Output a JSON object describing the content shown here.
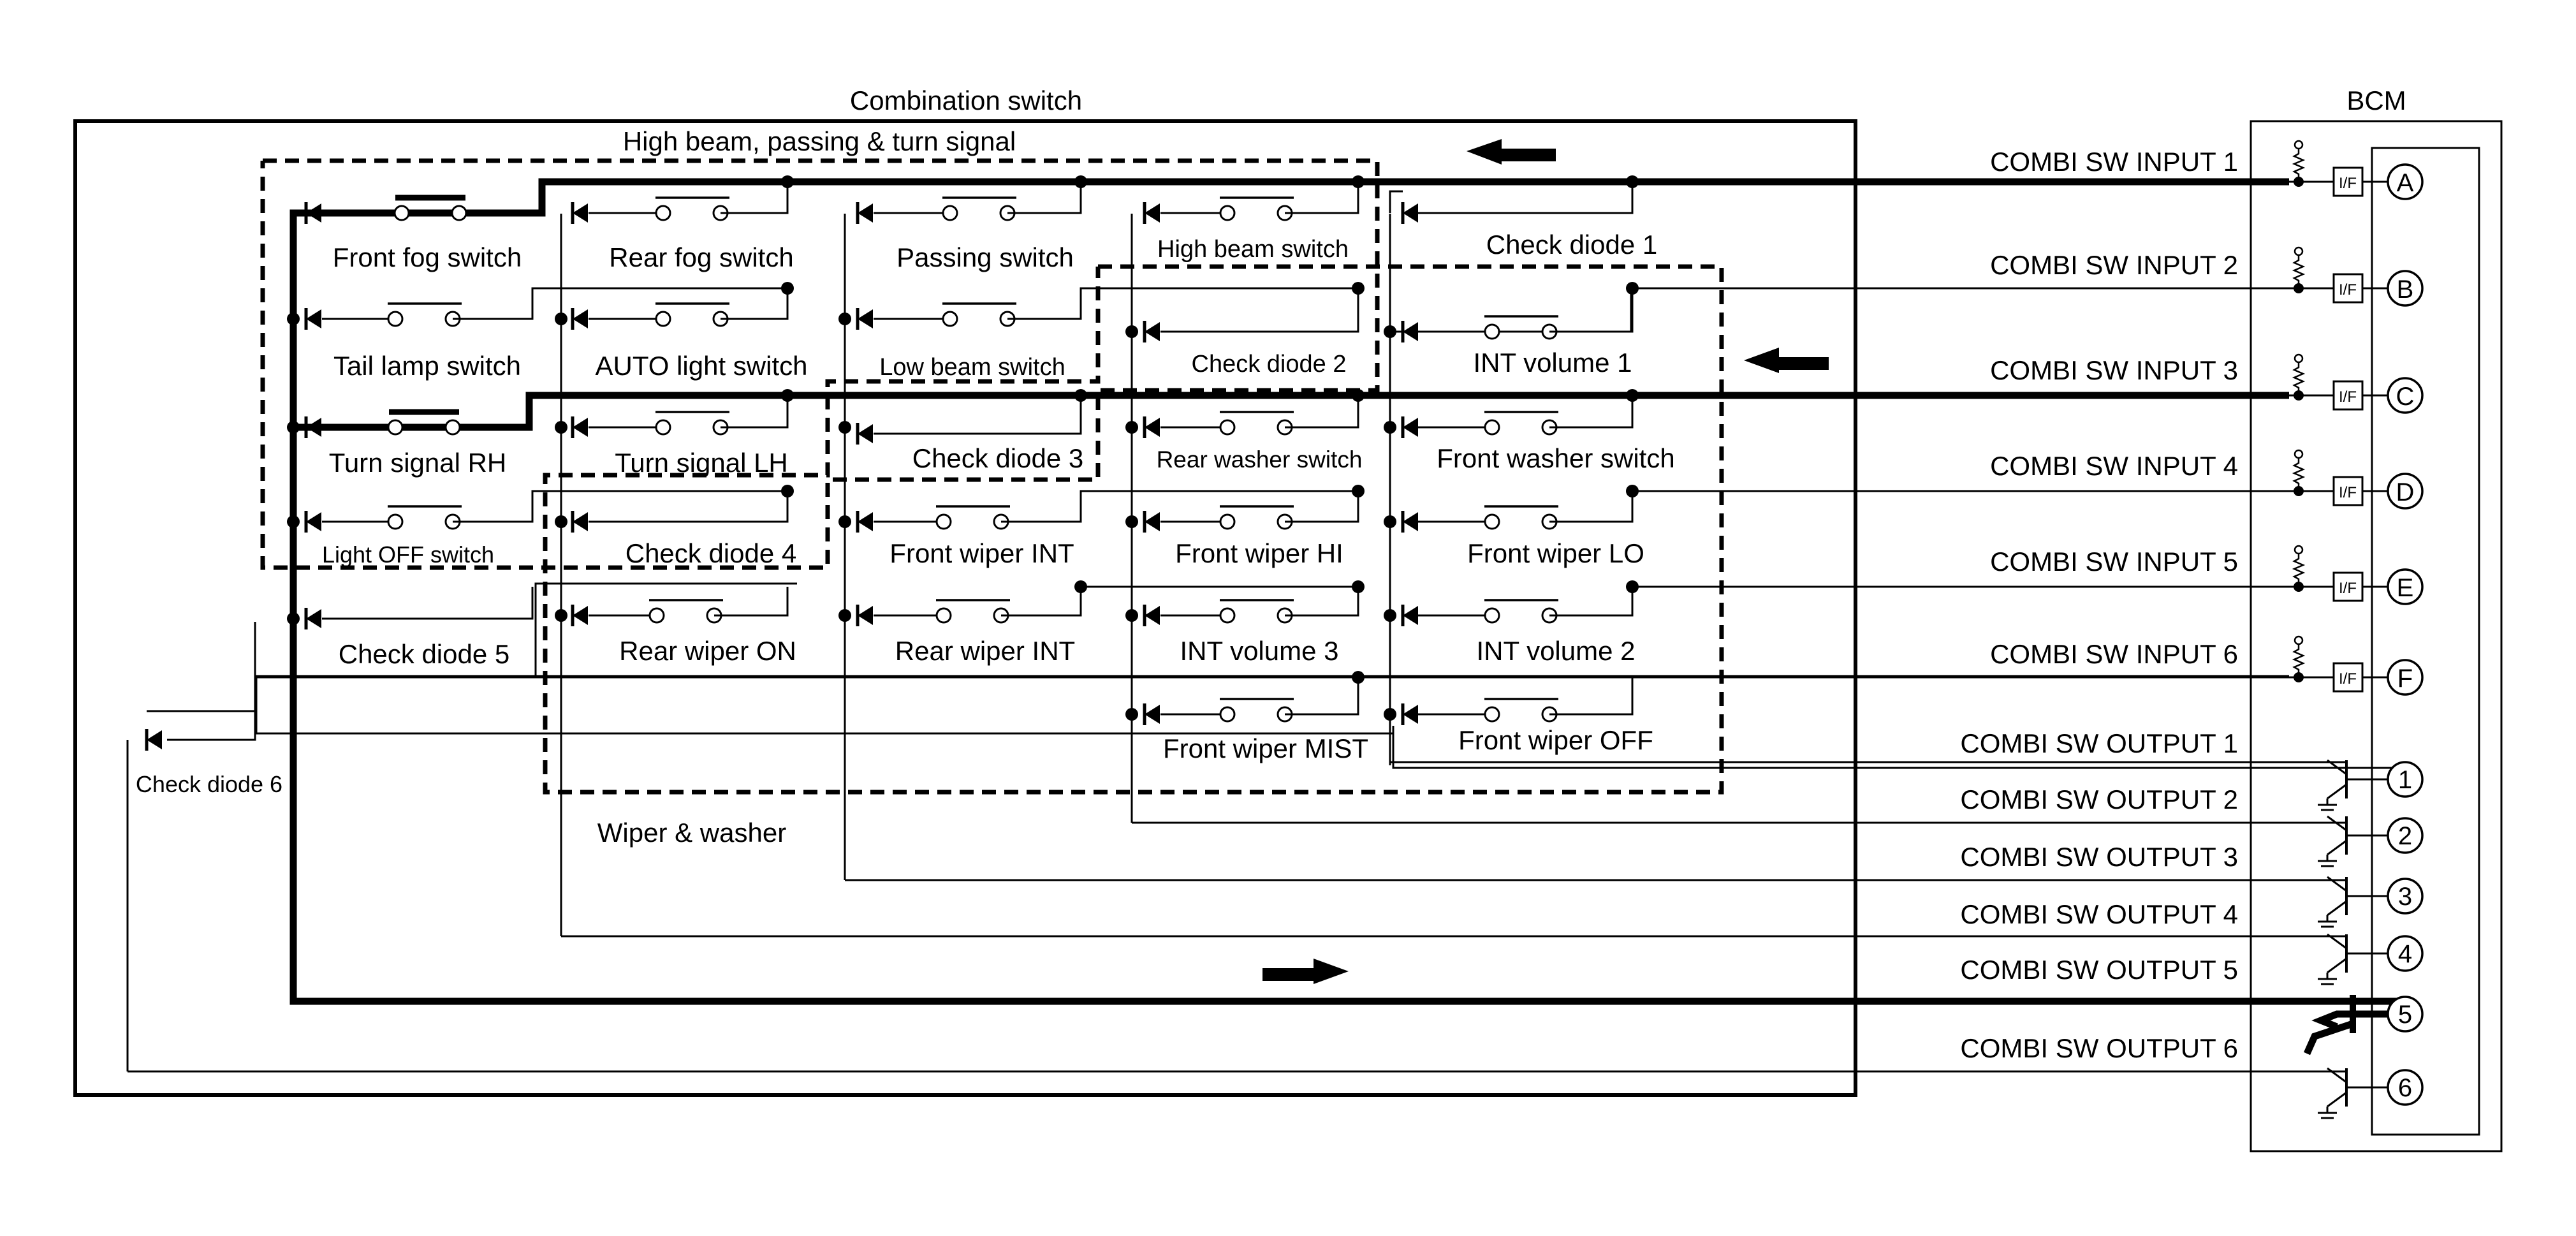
{
  "title": "Combination switch",
  "bcm_title": "BCM",
  "groups": {
    "high_beam": "High beam, passing & turn signal",
    "wiper": "Wiper & washer"
  },
  "components": {
    "front_fog": "Front fog switch",
    "rear_fog": "Rear fog switch",
    "passing": "Passing switch",
    "high_beam_sw": "High beam switch",
    "check_d1": "Check diode 1",
    "tail_lamp": "Tail lamp switch",
    "auto_light": "AUTO light switch",
    "low_beam": "Low beam switch",
    "check_d2": "Check diode 2",
    "int_vol1": "INT volume 1",
    "turn_rh": "Turn signal RH",
    "turn_lh": "Turn signal LH",
    "check_d3": "Check diode 3",
    "rear_washer": "Rear washer switch",
    "front_washer": "Front washer switch",
    "light_off": "Light OFF switch",
    "check_d4": "Check diode 4",
    "fw_int": "Front wiper INT",
    "fw_hi": "Front wiper HI",
    "fw_lo": "Front wiper LO",
    "check_d5": "Check diode 5",
    "rw_on": "Rear wiper ON",
    "rw_int": "Rear wiper INT",
    "int_vol3": "INT volume 3",
    "int_vol2": "INT volume 2",
    "fw_mist": "Front wiper MIST",
    "fw_off": "Front wiper OFF",
    "check_d6": "Check diode 6"
  },
  "inputs": [
    "COMBI SW INPUT 1",
    "COMBI SW INPUT 2",
    "COMBI SW INPUT 3",
    "COMBI SW INPUT 4",
    "COMBI SW INPUT 5",
    "COMBI SW INPUT 6"
  ],
  "outputs": [
    "COMBI SW OUTPUT 1",
    "COMBI SW OUTPUT 2",
    "COMBI SW OUTPUT 3",
    "COMBI SW OUTPUT 4",
    "COMBI SW OUTPUT 5",
    "COMBI SW OUTPUT 6"
  ],
  "if_label": "I/F",
  "input_terminals": [
    "A",
    "B",
    "C",
    "D",
    "E",
    "F"
  ],
  "output_terminals": [
    "1",
    "2",
    "3",
    "4",
    "5",
    "6"
  ]
}
